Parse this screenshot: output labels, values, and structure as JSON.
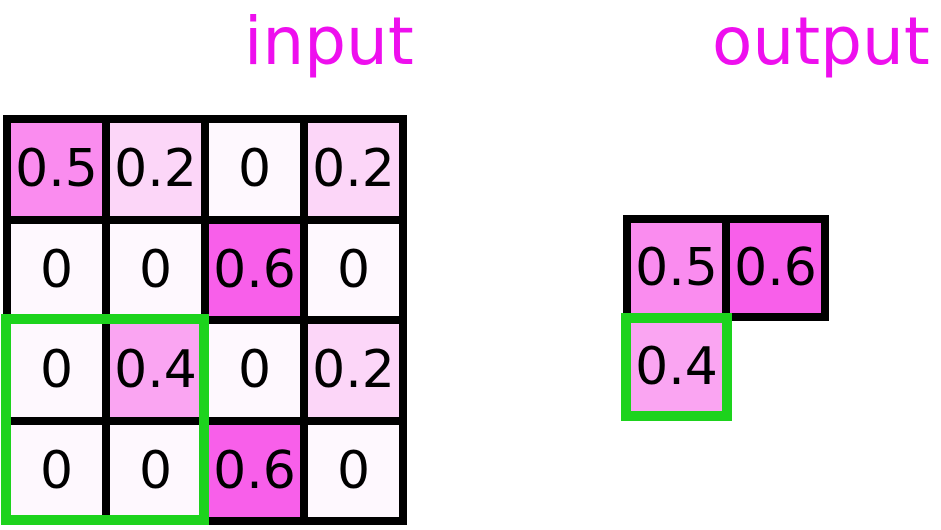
{
  "titles": {
    "input": "input",
    "output": "output"
  },
  "colors": {
    "title_text": "#ee0fee",
    "cell_text": "#000000",
    "grid_line": "#000000",
    "highlight_green": "#1dd31d",
    "background": "#ffffff",
    "value_colors": {
      "0": "#fef8fe",
      "0.2": "#fcd6f8",
      "0.4": "#faa5f2",
      "0.5": "#fa8cef",
      "0.6": "#f85fea"
    }
  },
  "input_grid": {
    "rows": 4,
    "cols": 4,
    "cells": [
      [
        "0.5",
        "0.2",
        "0",
        "0.2"
      ],
      [
        "0",
        "0",
        "0.6",
        "0"
      ],
      [
        "0",
        "0.4",
        "0",
        "0.2"
      ],
      [
        "0",
        "0",
        "0.6",
        "0"
      ]
    ],
    "highlight_window": "rows 3-4, cols 1-2"
  },
  "output_grid": {
    "rows": 2,
    "cols": 2,
    "cells": [
      [
        "0.5",
        "0.6"
      ],
      [
        "0.4",
        ""
      ]
    ],
    "highlight_cell": "row 2, col 1"
  }
}
